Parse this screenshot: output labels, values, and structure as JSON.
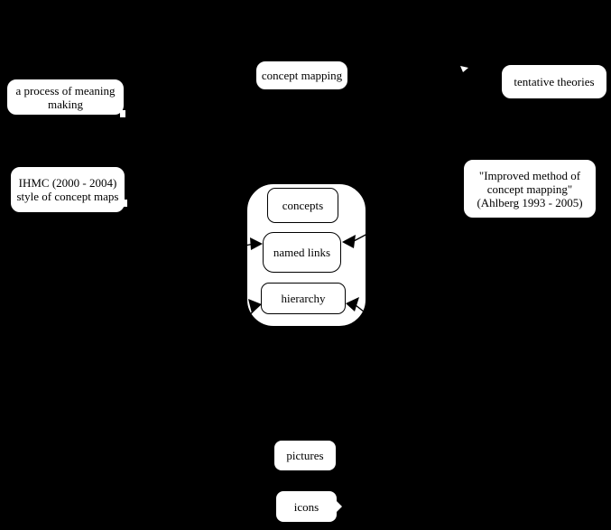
{
  "diagram": {
    "type": "concept-map",
    "colors": {
      "background": "#000000",
      "node_fill": "#ffffff",
      "node_border": "#000000",
      "text": "#000000",
      "arrow": "#000000"
    },
    "nodes": {
      "process_of_meaning_making": {
        "label": "a process of meaning\nmaking"
      },
      "concept_mapping": {
        "label": "concept mapping"
      },
      "tentative_theories": {
        "label": "tentative theories"
      },
      "ihmc_style": {
        "label": "IHMC (2000 - 2004)\nstyle of concept maps"
      },
      "improved_method": {
        "label": "\"Improved method of\nconcept mapping\"\n(Ahlberg 1993 - 2005)"
      },
      "concepts": {
        "label": "concepts"
      },
      "named_links": {
        "label": "named links"
      },
      "hierarchy": {
        "label": "hierarchy"
      },
      "pictures": {
        "label": "pictures"
      },
      "icons": {
        "label": "icons"
      }
    },
    "arrows": [
      {
        "name": "arrow-left-into-named-links"
      },
      {
        "name": "arrow-right-into-named-links"
      },
      {
        "name": "arrow-left-into-hierarchy"
      },
      {
        "name": "arrow-right-into-hierarchy"
      }
    ]
  }
}
